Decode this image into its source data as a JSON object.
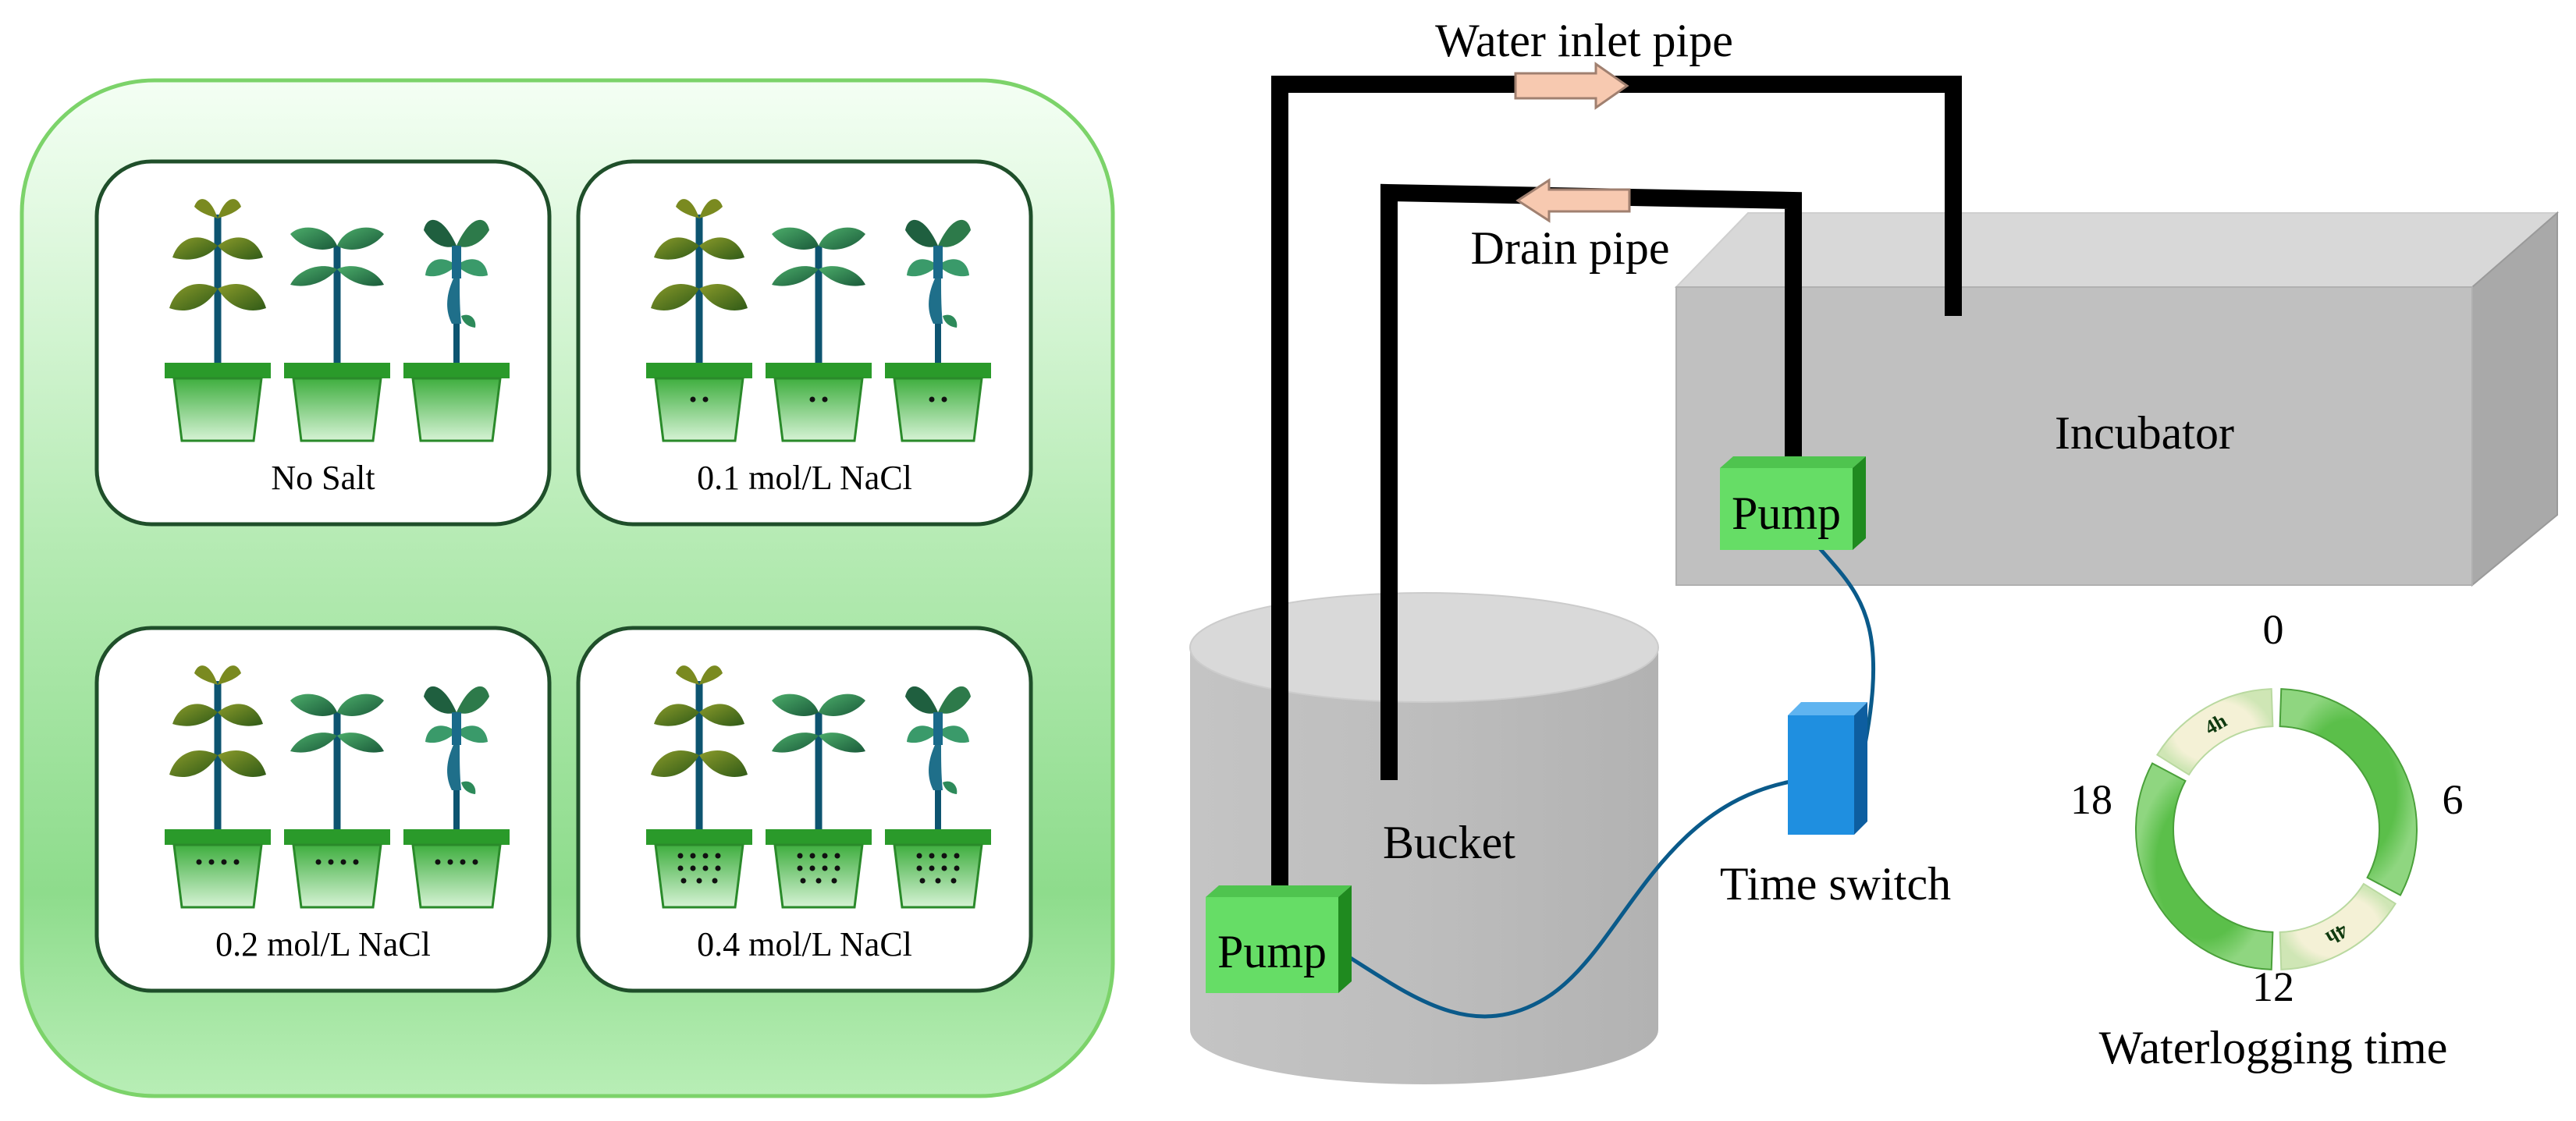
{
  "panels": [
    {
      "label": "No Salt",
      "salt_level": 0
    },
    {
      "label": "0.1 mol/L NaCl",
      "salt_level": 1
    },
    {
      "label": "0.2 mol/L NaCl",
      "salt_level": 2
    },
    {
      "label": "0.4 mol/L NaCl",
      "salt_level": 3
    }
  ],
  "apparatus": {
    "water_inlet_pipe": "Water inlet pipe",
    "drain_pipe": "Drain pipe",
    "incubator": "Incubator",
    "pump_top": "Pump",
    "pump_bottom": "Pump",
    "bucket": "Bucket",
    "time_switch": "Time switch"
  },
  "timer": {
    "title": "Waterlogging time",
    "ticks": {
      "top": "0",
      "right": "6",
      "bottom": "12",
      "left": "18"
    },
    "segment_label": "4h"
  },
  "colors": {
    "panel_green": "#8ed98c",
    "pump_green": "#66dd66",
    "pipe": "#000000",
    "arrow": "#f7c9b0",
    "time_switch": "#1f8fe0",
    "wire": "#0a5a8a"
  }
}
